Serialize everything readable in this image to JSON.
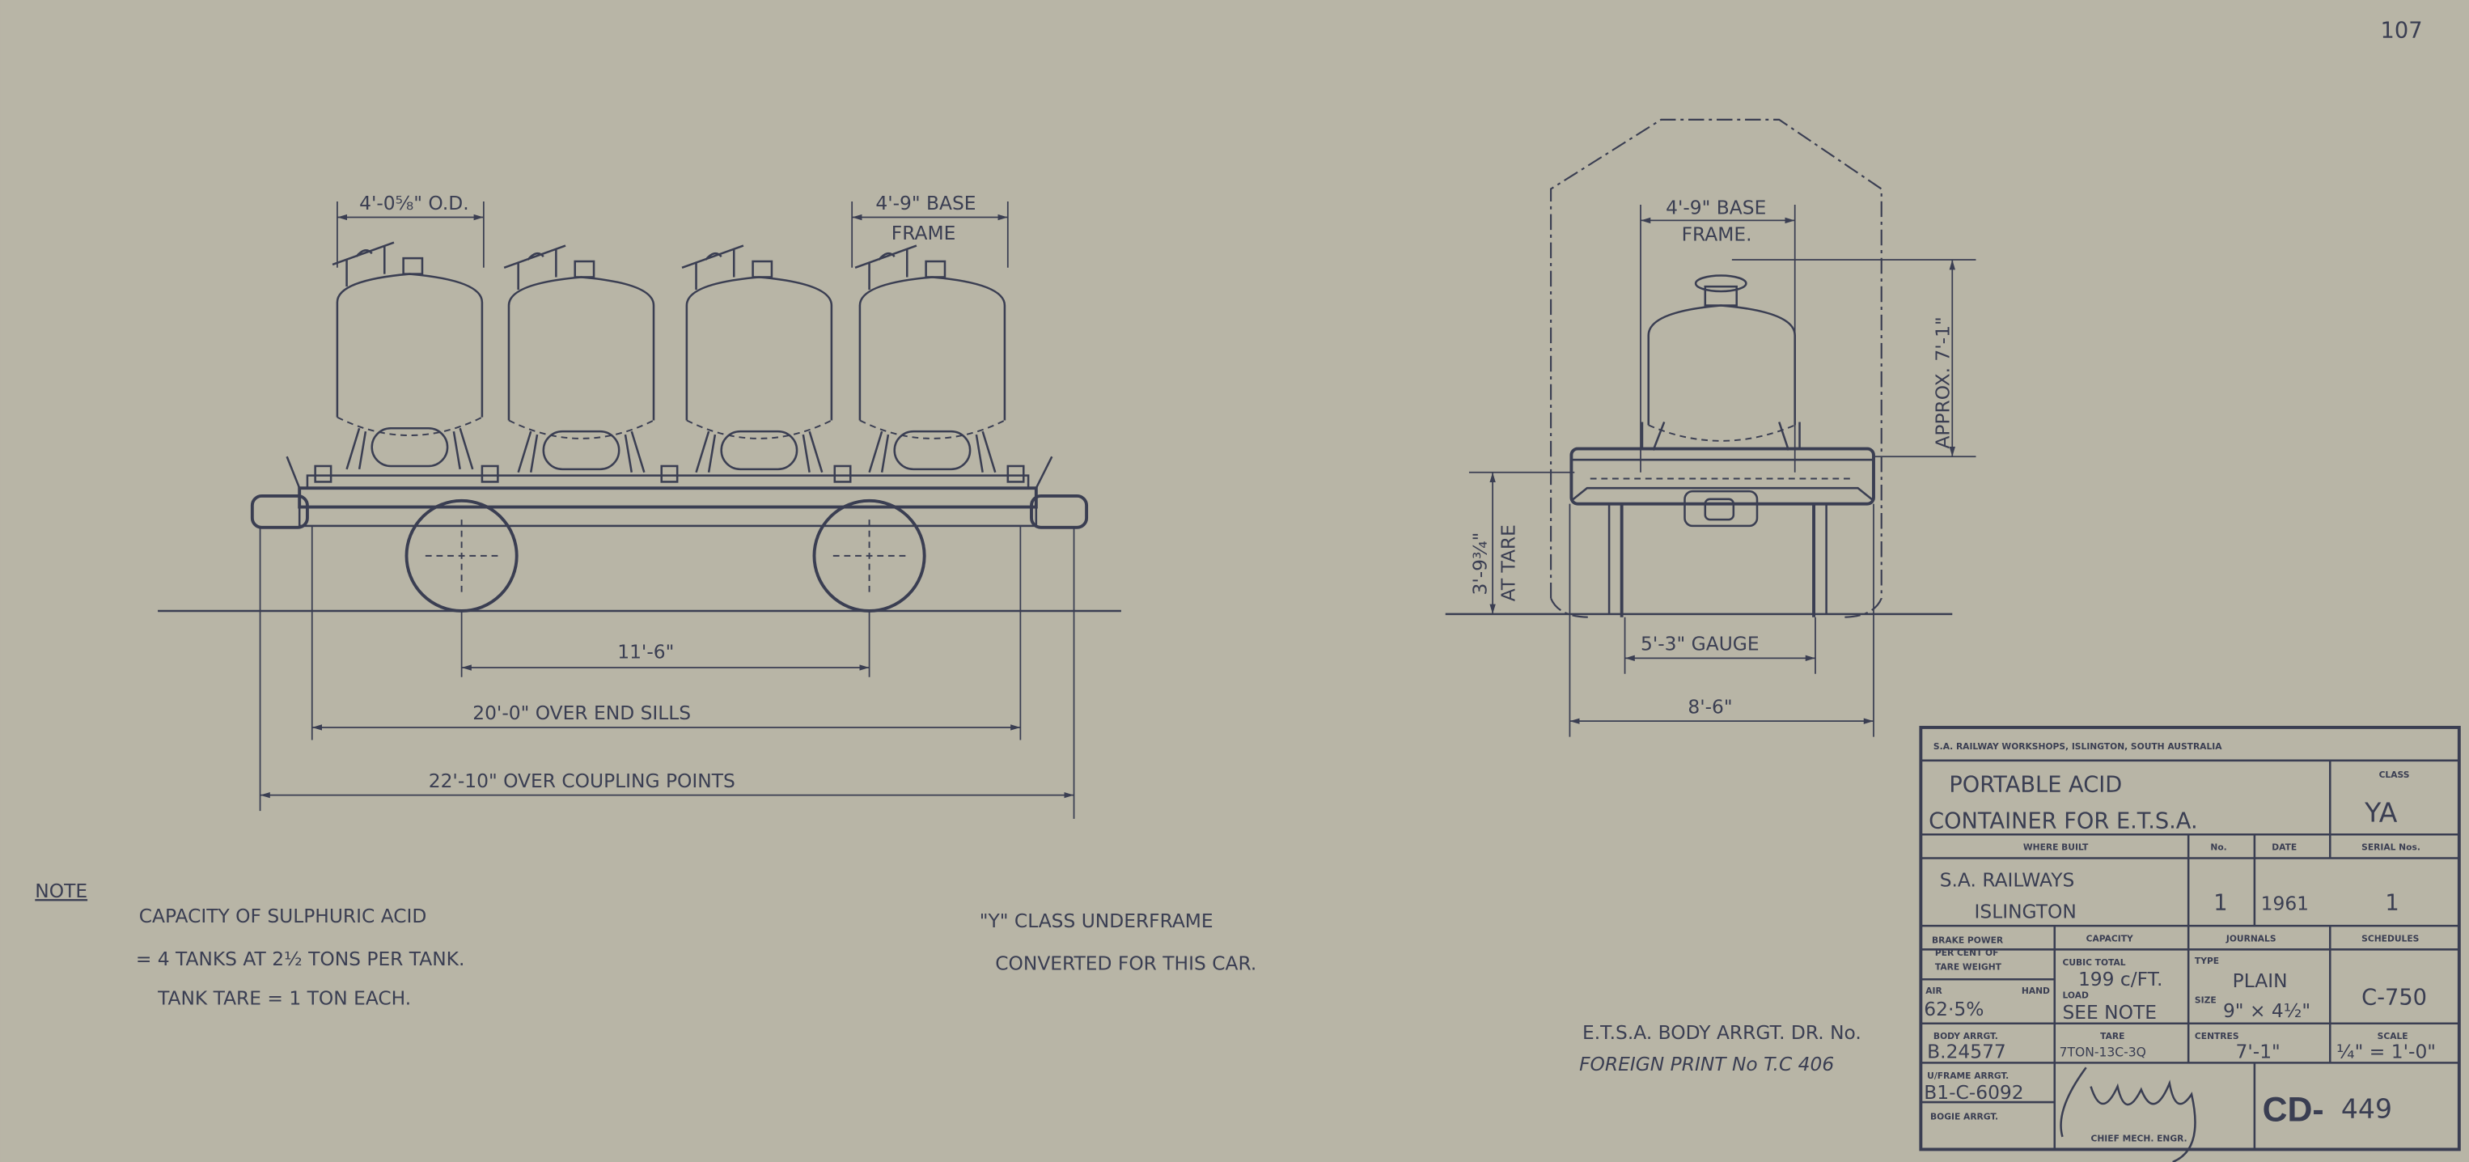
{
  "sheet_number": "107",
  "side_elevation": {
    "dim_tank_od": "4'-0⅝\" O.D.",
    "dim_base_frame_1": "4'-9\" BASE",
    "dim_base_frame_2": "FRAME",
    "dim_wheelbase": "11'-6\"",
    "dim_end_sills": "20'-0\" OVER END SILLS",
    "dim_coupling": "22'-10\" OVER COUPLING POINTS"
  },
  "end_elevation": {
    "dim_base_frame_1": "4'-9\" BASE",
    "dim_base_frame_2": "FRAME.",
    "dim_height": "APPROX. 7'-1\"",
    "dim_tare_1": "3'-9¾\"",
    "dim_tare_2": "AT TARE",
    "dim_gauge": "5'-3\" GAUGE",
    "dim_width": "8'-6\""
  },
  "note": {
    "heading": "NOTE",
    "lines": [
      "CAPACITY OF SULPHURIC ACID",
      "= 4 TANKS AT 2½ TONS PER TANK.",
      "TANK TARE = 1 TON EACH."
    ]
  },
  "underframe_note": [
    "\"Y\" CLASS UNDERFRAME",
    "CONVERTED FOR THIS CAR."
  ],
  "reference": [
    "E.T.S.A. BODY ARRGT. DR. No.",
    "FOREIGN PRINT No T.C 406"
  ],
  "title_block": {
    "organisation": "S.A. RAILWAY WORKSHOPS, ISLINGTON, SOUTH AUSTRALIA",
    "title_1": "PORTABLE ACID",
    "title_2": "CONTAINER FOR E.T.S.A.",
    "class_label": "CLASS",
    "class_value": "YA",
    "where_built_label": "WHERE BUILT",
    "no_label": "No.",
    "date_label": "DATE",
    "serial_label": "SERIAL Nos.",
    "where_built_1": "S.A. RAILWAYS",
    "where_built_2": "ISLINGTON",
    "no_value": "1",
    "date_value": "1961",
    "serial_value": "1",
    "brake_label_1": "BRAKE POWER",
    "brake_label_2": "PER CENT OF",
    "brake_label_3": "TARE WEIGHT",
    "capacity_label": "CAPACITY",
    "journals_label": "JOURNALS",
    "schedules_label": "SCHEDULES",
    "air_label": "AIR",
    "hand_label": "HAND",
    "air_value": "62·5%",
    "cubic_label": "CUBIC TOTAL",
    "cubic_value": "199 c/FT.",
    "load_label": "LOAD",
    "load_value": "SEE NOTE",
    "type_label": "TYPE",
    "type_value": "PLAIN",
    "size_label": "SIZE",
    "size_value": "9\" × 4½\"",
    "schedule_value": "C-750",
    "body_arrgt_label": "BODY ARRGT.",
    "body_arrgt_value": "B.24577",
    "tare_label": "TARE",
    "tare_value": "7TON-13C-3Q",
    "centres_label": "CENTRES",
    "centres_value": "7'-1\"",
    "scale_label": "SCALE",
    "scale_value": "¼\" = 1'-0\"",
    "uframe_label": "U/FRAME ARRGT.",
    "uframe_value": "B1-C-6092",
    "bogie_label": "BOGIE ARRGT.",
    "signatory": "CHIEF MECH. ENGR.",
    "drawing_prefix": "CD-",
    "drawing_number": "449"
  },
  "colors": {
    "paper": "#b8b5a6",
    "ink": "#3a3e52"
  }
}
